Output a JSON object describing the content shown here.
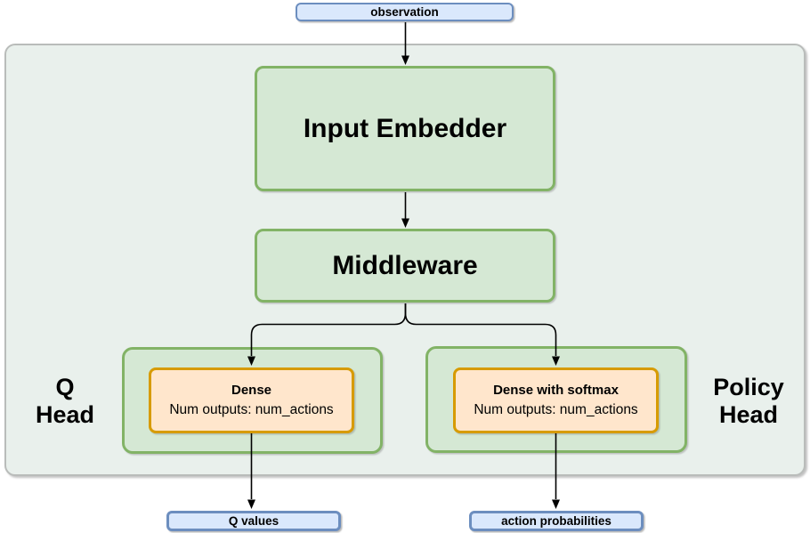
{
  "diagram": {
    "observation": {
      "label": "observation"
    },
    "network": {
      "input_embedder": {
        "label": "Input Embedder"
      },
      "middleware": {
        "label": "Middleware"
      },
      "q_head": {
        "name_line1": "Q",
        "name_line2": "Head",
        "dense": {
          "title": "Dense",
          "subtitle": "Num outputs: num_actions"
        }
      },
      "policy_head": {
        "name_line1": "Policy",
        "name_line2": "Head",
        "dense": {
          "title": "Dense with softmax",
          "subtitle": "Num outputs: num_actions"
        }
      }
    },
    "outputs": {
      "q_values": {
        "label": "Q values"
      },
      "action_probabilities": {
        "label": "action probabilities"
      }
    },
    "colors": {
      "io_fill": "#dae8fc",
      "io_border": "#6c8ebf",
      "green_fill": "#d5e8d4",
      "green_border": "#82b366",
      "orange_fill": "#ffe6cc",
      "orange_border": "#d79b00",
      "container_fill": "#e9f0ec",
      "container_border": "#b9bcba",
      "arrow": "#000000"
    }
  }
}
